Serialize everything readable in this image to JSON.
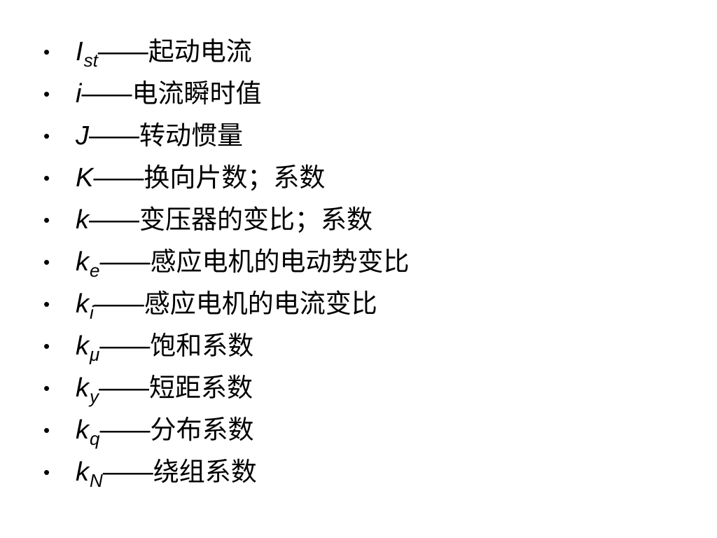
{
  "bullet_char": "•",
  "dash": "——",
  "terms": [
    {
      "symbol": "I",
      "sub": "st",
      "desc": "起动电流"
    },
    {
      "symbol": "i",
      "sub": "",
      "desc": "电流瞬时值"
    },
    {
      "symbol": "J",
      "sub": "",
      "desc": "转动惯量"
    },
    {
      "symbol": "K",
      "sub": "",
      "desc": "换向片数；系数"
    },
    {
      "symbol": "k",
      "sub": "",
      "desc": "变压器的变比；系数"
    },
    {
      "symbol": "k",
      "sub": "e",
      "desc": "感应电机的电动势变比"
    },
    {
      "symbol": "k",
      "sub": "i",
      "desc": "感应电机的电流变比"
    },
    {
      "symbol": "k",
      "sub": "μ",
      "desc": "饱和系数"
    },
    {
      "symbol": "k",
      "sub": "y",
      "desc": "短距系数"
    },
    {
      "symbol": "k",
      "sub": "q",
      "desc": "分布系数"
    },
    {
      "symbol": "k",
      "sub": "N",
      "desc": "绕组系数"
    }
  ]
}
